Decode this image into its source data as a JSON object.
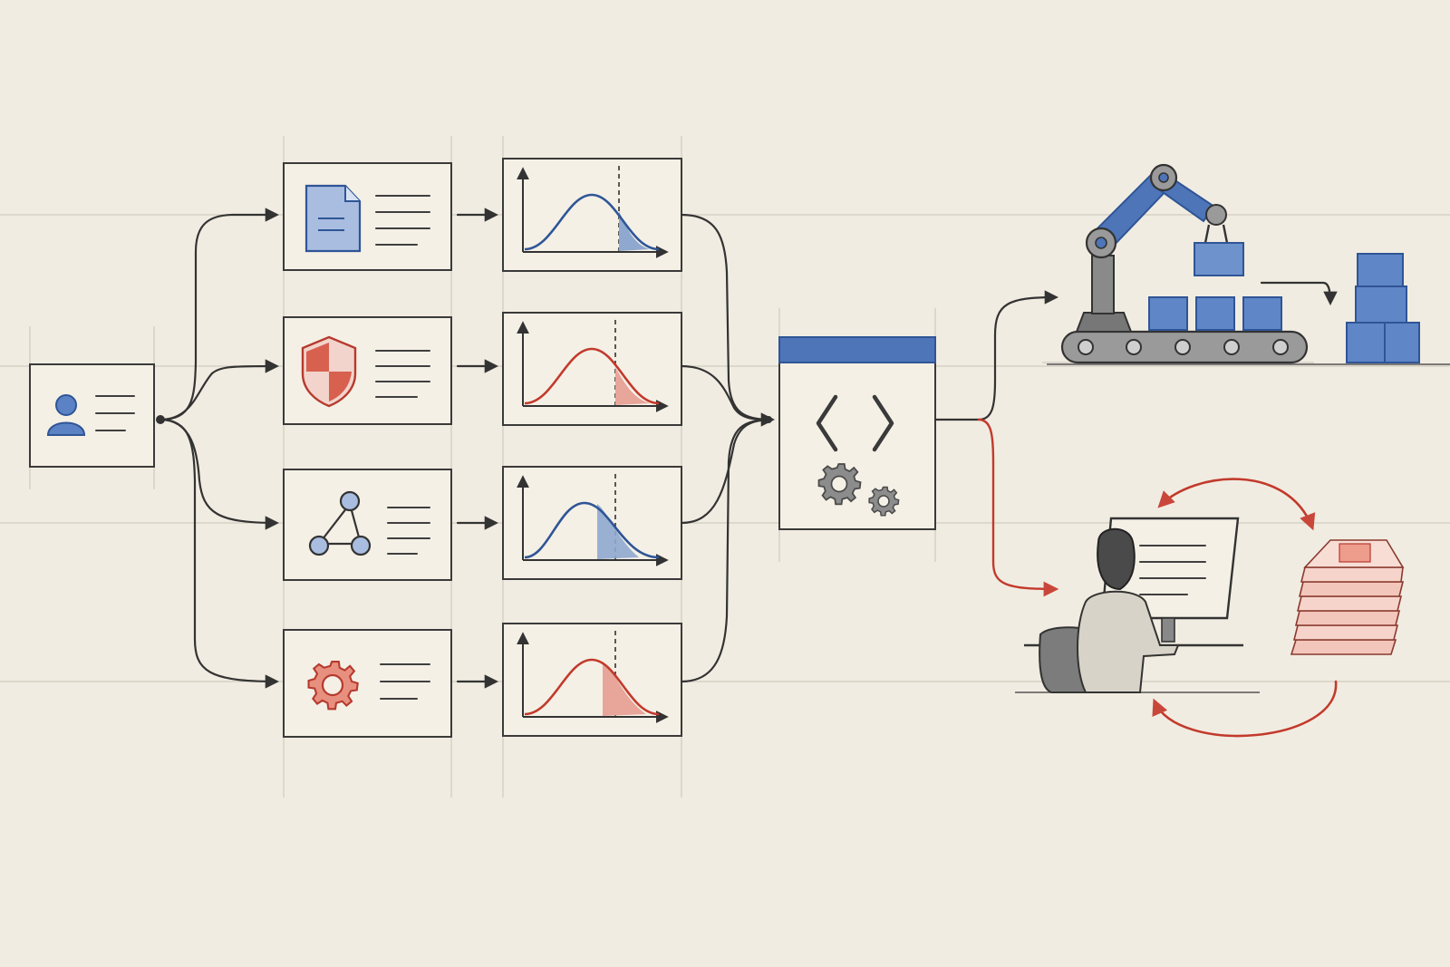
{
  "colors": {
    "paper": "#f1ece1",
    "ink": "#333333",
    "accent_blue": "#3d66a8",
    "fill_blue": "#8fa8cf",
    "accent_red": "#c9473a",
    "fill_red": "#e8a59a",
    "gear_gray": "#8c8c8c"
  },
  "source_card": {
    "icon": "user-icon"
  },
  "branches": [
    {
      "icon": "document-icon",
      "color": "blue",
      "curve": "bell-curve-blue"
    },
    {
      "icon": "shield-icon",
      "color": "red",
      "curve": "bell-curve-red"
    },
    {
      "icon": "network-node-icon",
      "color": "blue",
      "curve": "bell-curve-blue"
    },
    {
      "icon": "gear-icon",
      "color": "red",
      "curve": "bell-curve-red"
    }
  ],
  "processor": {
    "icons": [
      "code-brackets-icon",
      "gears-icon"
    ]
  },
  "outputs": [
    {
      "icon": "robot-arm-conveyor-icon",
      "color": "blue"
    },
    {
      "icon": "person-at-computer-icon",
      "color": "red"
    }
  ]
}
